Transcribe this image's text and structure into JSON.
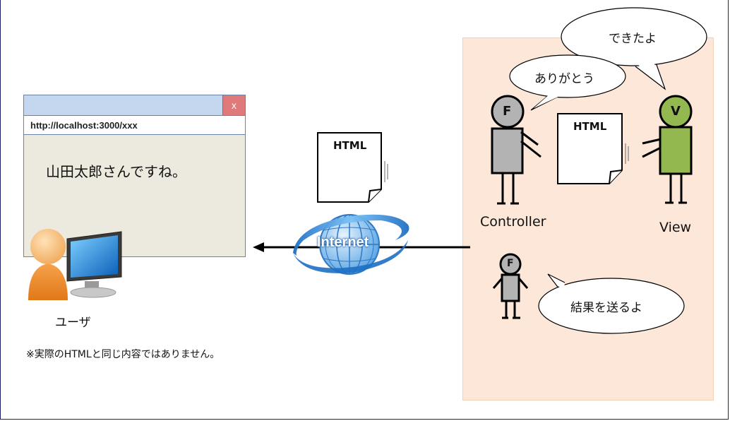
{
  "browser": {
    "close_label": "x",
    "url": "http://localhost:3000/xxx",
    "content_text": "山田太郎さんですね。"
  },
  "user_label": "ユーザ",
  "note": "※実際のHTMLと同じ内容ではありません。",
  "internet_label": "Internet",
  "html_doc_left": "HTML",
  "html_doc_right": "HTML",
  "controller": {
    "badge": "F",
    "label": "Controller"
  },
  "view": {
    "badge": "V",
    "label": "View"
  },
  "model": {
    "badge": "F"
  },
  "bubbles": {
    "view_says": "できたよ",
    "controller_says": "ありがとう",
    "model_says": "結果を送るよ"
  },
  "colors": {
    "server_bg": "#fce7d9",
    "titlebar": "#c5d7ee",
    "close_button": "#e07a7a",
    "figure_gray": "#b3b3b3",
    "view_green": "#93b84f",
    "globe_blue": "#3f8fd8"
  }
}
